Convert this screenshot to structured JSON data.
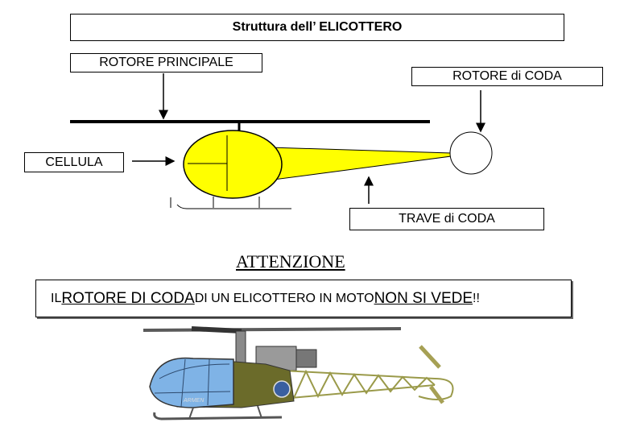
{
  "title": "Struttura dell’ ELICOTTERO",
  "labels": {
    "main_rotor": "ROTORE PRINCIPALE",
    "tail_rotor": "ROTORE di CODA",
    "cell": "CELLULA",
    "tail_boom": "TRAVE di CODA"
  },
  "attention": "ATTENZIONE",
  "warning": {
    "part1": "IL ",
    "part2": "ROTORE DI CODA",
    "part3": " DI UN ELICOTTERO IN MOTO ",
    "part4": "NON SI VEDE",
    "part5": "!!"
  },
  "photo_marking": "ARMEN",
  "colors": {
    "fuselage": "#ffff00",
    "helicopter_body": "#6b6b2a",
    "canopy": "#7fb3e6"
  }
}
